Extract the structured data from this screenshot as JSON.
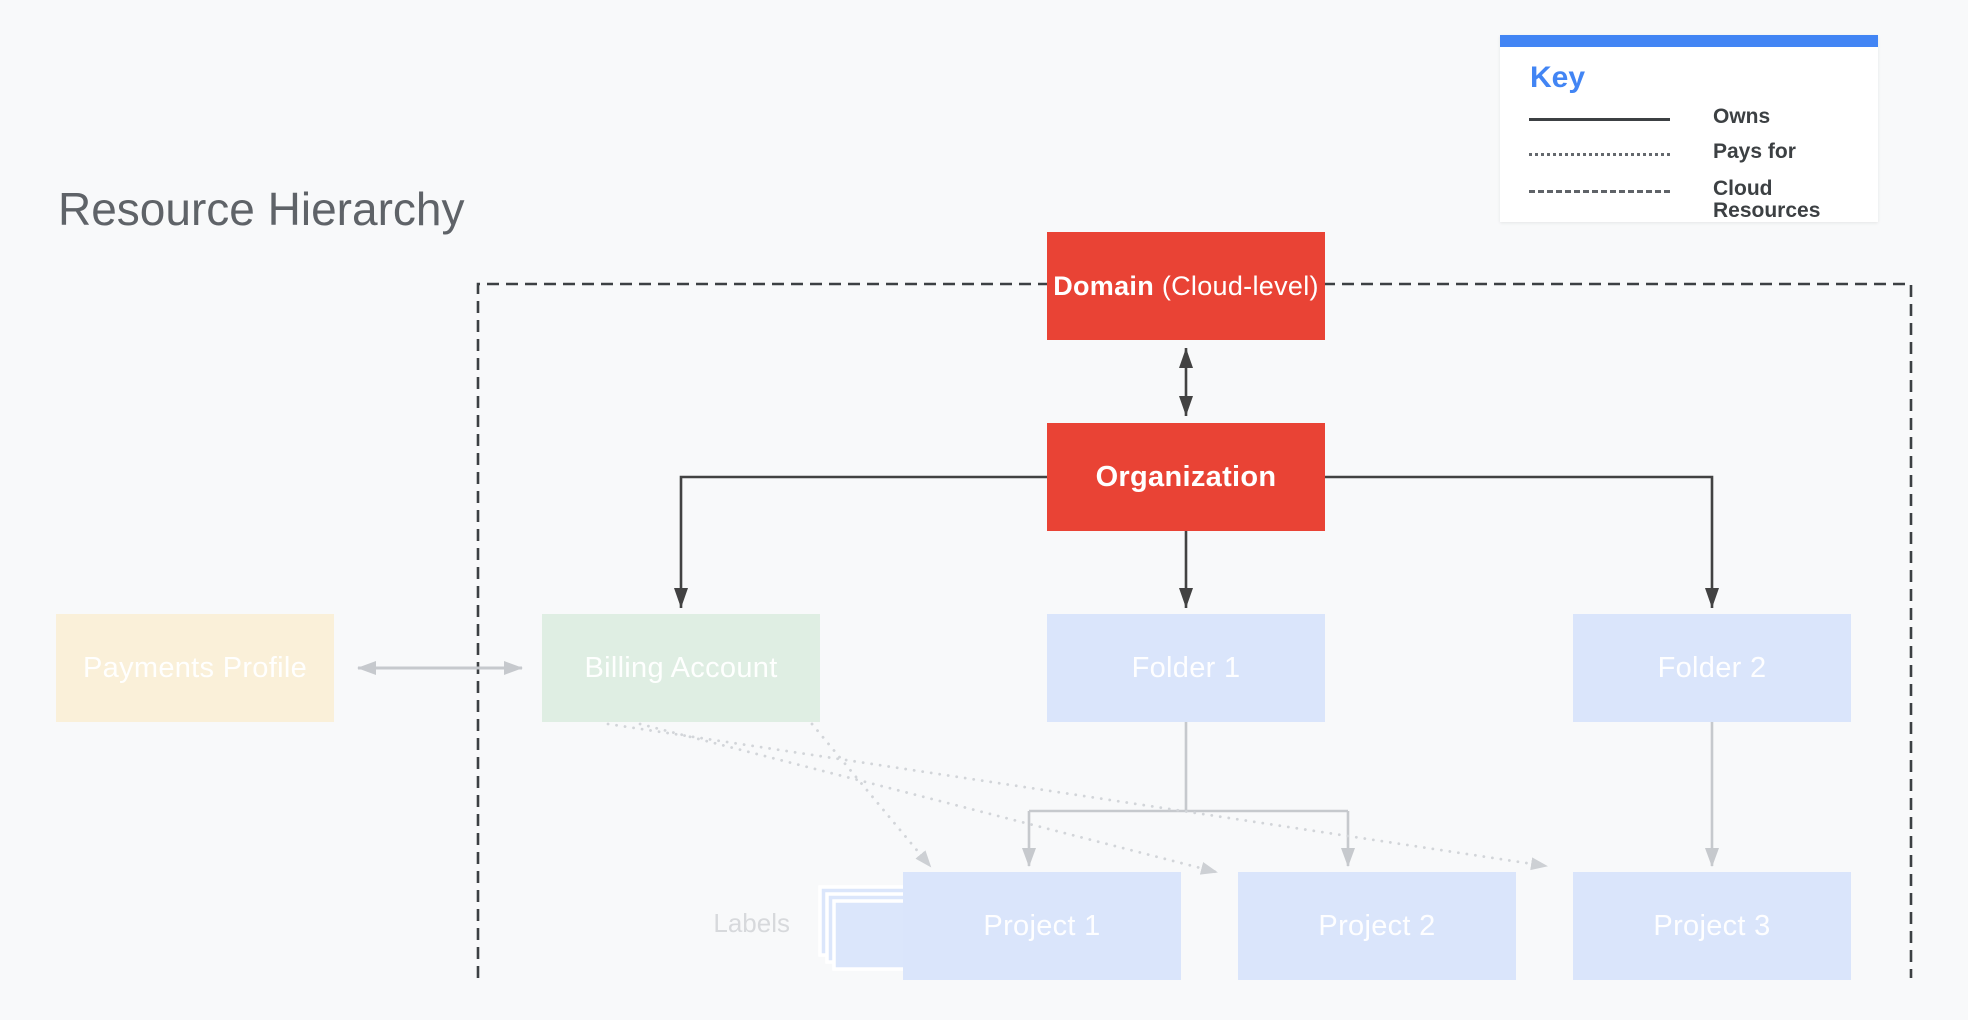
{
  "title": "Resource Hierarchy",
  "key": {
    "heading": "Key",
    "items": [
      {
        "style": "solid",
        "label": "Owns"
      },
      {
        "style": "dotted",
        "label": "Pays for"
      },
      {
        "style": "dashed",
        "label": "Cloud Resources"
      }
    ]
  },
  "nodes": {
    "domain": {
      "label_bold": "Domain",
      "label_rest": " (Cloud-level)"
    },
    "organization": {
      "label": "Organization"
    },
    "payments_profile": {
      "label": "Payments Profile"
    },
    "billing_account": {
      "label": "Billing Account"
    },
    "folder1": {
      "label": "Folder 1"
    },
    "folder2": {
      "label": "Folder 2"
    },
    "project1": {
      "label": "Project 1"
    },
    "project2": {
      "label": "Project 2"
    },
    "project3": {
      "label": "Project 3"
    }
  },
  "labels_annotation": {
    "label": "Labels"
  },
  "colors": {
    "background": "#F8F9FA",
    "title_text": "#5F6368",
    "accent_red": "#E94335",
    "accent_blue": "#4285F4",
    "box_blue": "#DAE5FB",
    "box_green": "#DFEEE3",
    "box_cream": "#FAF0D9",
    "line_dark": "#424242",
    "boundary_dash": "#3C4043",
    "line_gray": "#C6C9CD",
    "line_dotted": "#D2D5D9",
    "legend_text": "#3C4043",
    "labels_text": "#D7D9DC"
  }
}
